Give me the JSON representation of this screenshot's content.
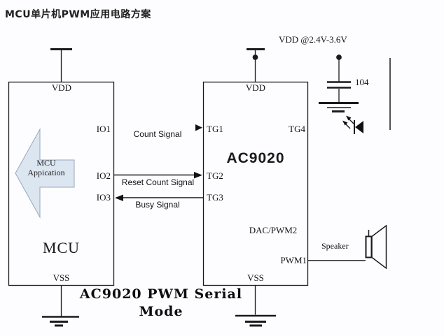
{
  "page": {
    "title": "MCU单片机PWM应用电路方案",
    "bg_color": "#fdfdff",
    "line_color": "#1a1a1a"
  },
  "mcu": {
    "vdd_label": "VDD",
    "vss_label": "VSS",
    "name": "MCU",
    "ports": [
      "IO1",
      "IO2",
      "IO3"
    ],
    "app_arrow": {
      "line1": "MCU",
      "line2": "Appication",
      "fill_color": "#dce6f1",
      "border_color": "#98a6bc"
    }
  },
  "ac9020": {
    "vdd_label": "VDD",
    "vss_label": "VSS",
    "name": "AC9020",
    "left_ports": [
      "TG1",
      "TG2",
      "TG3"
    ],
    "right_port": "TG4",
    "dac_label": "DAC/PWM2",
    "pwm_label": "PWM1"
  },
  "signals": {
    "count": "Count Signal",
    "reset": "Reset Count Signal",
    "busy": "Busy Signal"
  },
  "power": {
    "vdd_note": "VDD @2.4V-3.6V",
    "cap_value": "104"
  },
  "speaker": {
    "label": "Speaker"
  },
  "caption": {
    "line1": "AC9020 PWM Serial",
    "line2": "Mode"
  }
}
